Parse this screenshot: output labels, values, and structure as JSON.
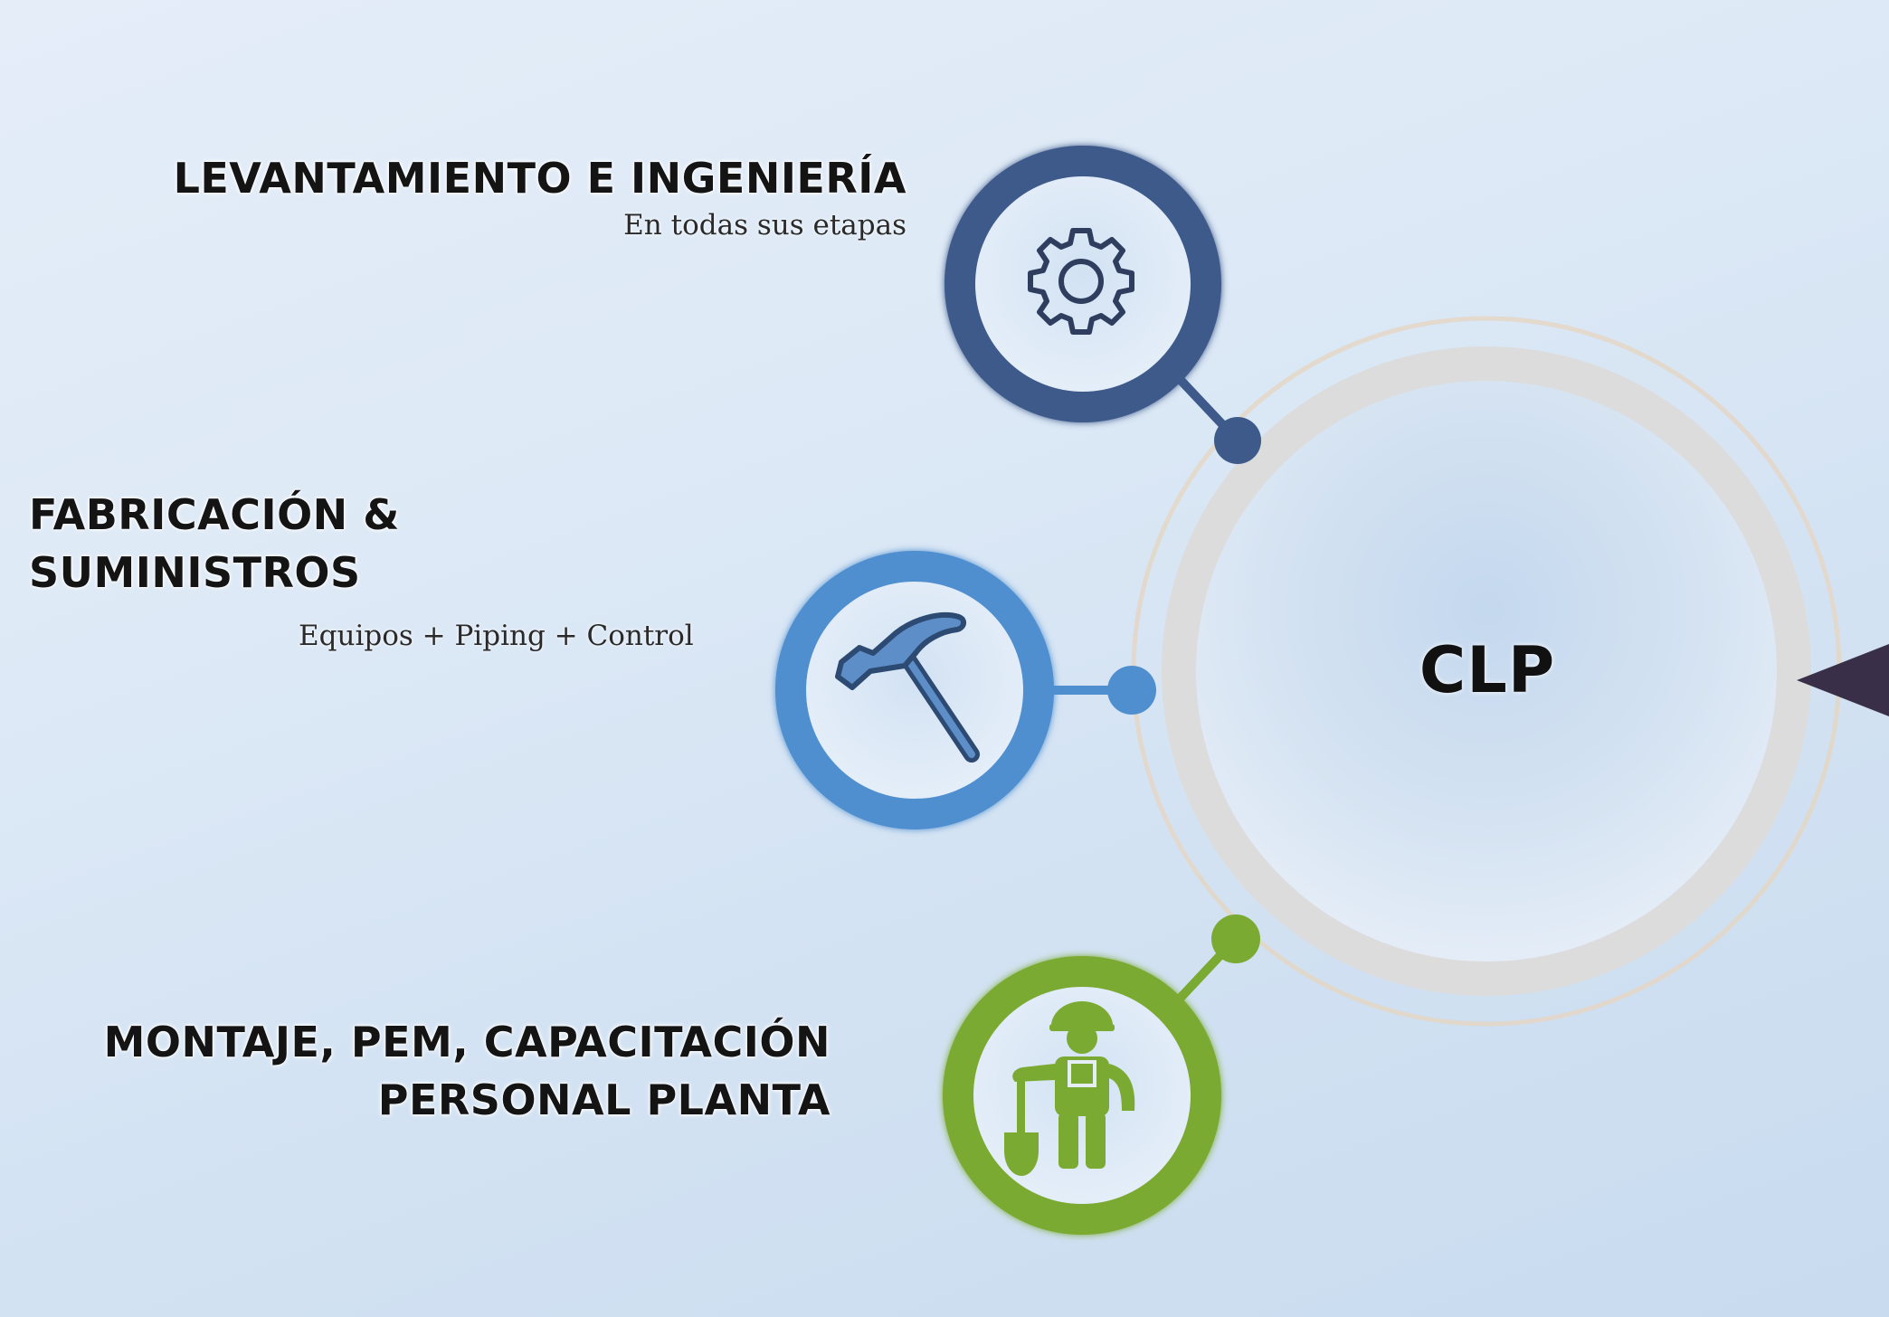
{
  "diagram": {
    "center": {
      "label": "CLP"
    },
    "nodes": [
      {
        "id": "engineering",
        "title_lines": [
          "LEVANTAMIENTO E INGENIERÍA"
        ],
        "subtitle": "En todas sus etapas",
        "icon": "gear-icon",
        "color": "#3d5a8a"
      },
      {
        "id": "fabrication",
        "title_lines": [
          "FABRICACIÓN &",
          "SUMINISTROS"
        ],
        "subtitle": "Equipos + Piping + Control",
        "icon": "hammer-icon",
        "color": "#4f8fcf"
      },
      {
        "id": "montaje",
        "title_lines": [
          "MONTAJE, PEM, CAPACITACIÓN",
          "PERSONAL PLANTA"
        ],
        "subtitle": "",
        "icon": "worker-with-shovel-icon",
        "color": "#7aaa32"
      }
    ],
    "colors": {
      "background": "#dde9f6",
      "center_ring": "#dadbdc",
      "outer_ring": "#e3d3c0",
      "arrow": "#3a2f48"
    }
  }
}
